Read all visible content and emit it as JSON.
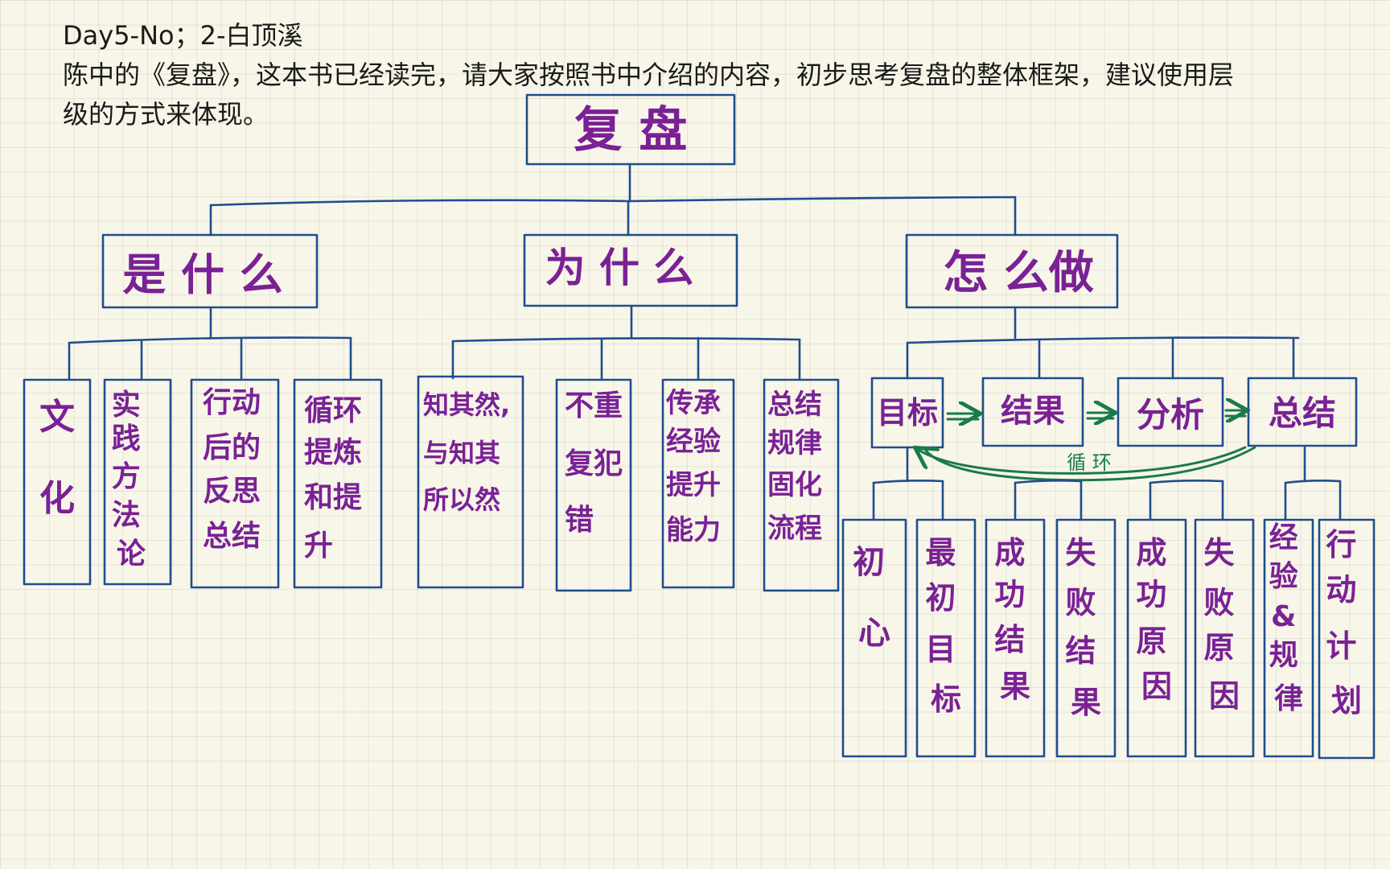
{
  "header": {
    "line1": "Day5-No；2-白顶溪",
    "line2": "陈中的《复盘》，这本书已经读完，请大家按照书中介绍的内容，初步思考复盘的整体框架，建议使用层",
    "line3": "级的方式来体现。"
  },
  "diagram": {
    "root": "复 盘",
    "branches": [
      {
        "label": "是 什 么",
        "children": [
          "文 化",
          "实践方法论",
          "行动后的反思总结",
          "循环提炼和提升"
        ]
      },
      {
        "label": "为 什 么",
        "children": [
          "知其然，与知其所以然",
          "不重复犯错",
          "传承经验提升能力",
          "总结规律固化流程"
        ]
      },
      {
        "label": "怎 么做",
        "steps": [
          "目标",
          "结果",
          "分析",
          "总结"
        ],
        "loop_label": "循 环",
        "children": [
          "初心",
          "最初目标",
          "成功结果",
          "失败结果",
          "成功原因",
          "失败原因",
          "经验&规律",
          "行动计划"
        ]
      }
    ],
    "colors": {
      "ink_blue": "#1f4d8f",
      "ink_purple": "#7a2196",
      "ink_green": "#1a7a4a",
      "paper": "#f8f6e9"
    }
  }
}
